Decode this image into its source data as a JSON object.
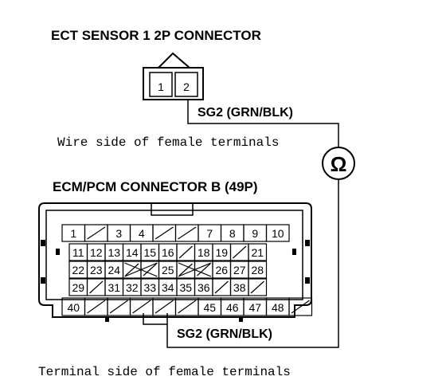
{
  "sensor": {
    "title": "ECT SENSOR 1 2P CONNECTOR",
    "pins": [
      "1",
      "2"
    ],
    "caption": "Wire side of female terminals"
  },
  "wire": {
    "label_top": "SG2 (GRN/BLK)",
    "label_bottom": "SG2 (GRN/BLK)"
  },
  "meter": {
    "symbol": "Ω"
  },
  "ecm": {
    "title": "ECM/PCM CONNECTOR B (49P)",
    "caption": "Terminal side of female terminals",
    "row1": [
      "1",
      "",
      "3",
      "4",
      "",
      "",
      "7",
      "8",
      "9",
      "10"
    ],
    "row2": [
      "11",
      "12",
      "13",
      "14",
      "15",
      "16",
      "",
      "18",
      "19",
      "",
      "21"
    ],
    "row3": [
      "22",
      "23",
      "24",
      "",
      "",
      "25",
      "",
      "",
      "26",
      "27",
      "28"
    ],
    "row4": [
      "29",
      "",
      "31",
      "32",
      "33",
      "34",
      "35",
      "36",
      "",
      "38",
      ""
    ],
    "row5": [
      "40",
      "",
      "",
      "",
      "",
      "",
      "45",
      "46",
      "47",
      "48",
      ""
    ]
  }
}
